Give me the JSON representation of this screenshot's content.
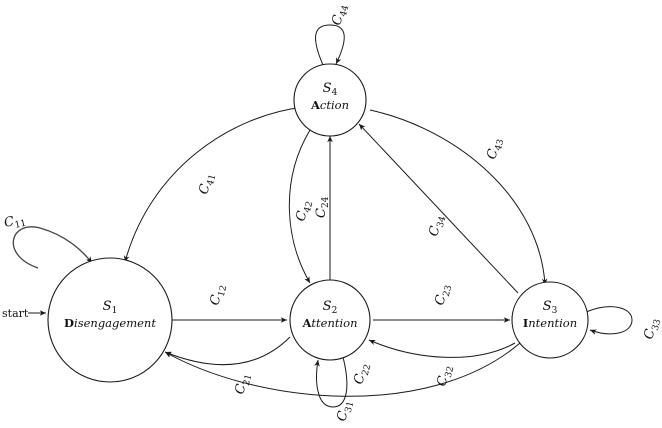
{
  "start_label": "start",
  "states": {
    "s1": {
      "symbol": "S",
      "index": "1",
      "initial": "D",
      "rest": "isengagement"
    },
    "s2": {
      "symbol": "S",
      "index": "2",
      "initial": "A",
      "rest": "ttention"
    },
    "s3": {
      "symbol": "S",
      "index": "3",
      "initial": "I",
      "rest": "ntention"
    },
    "s4": {
      "symbol": "S",
      "index": "4",
      "initial": "A",
      "rest": "ction"
    }
  },
  "transitions": {
    "c11": {
      "symbol": "C",
      "index": "11"
    },
    "c12": {
      "symbol": "C",
      "index": "12"
    },
    "c21": {
      "symbol": "C",
      "index": "21"
    },
    "c22": {
      "symbol": "C",
      "index": "22"
    },
    "c23": {
      "symbol": "C",
      "index": "23"
    },
    "c24": {
      "symbol": "C",
      "index": "24"
    },
    "c31": {
      "symbol": "C",
      "index": "31"
    },
    "c32": {
      "symbol": "C",
      "index": "32"
    },
    "c33": {
      "symbol": "C",
      "index": "33"
    },
    "c34": {
      "symbol": "C",
      "index": "34"
    },
    "c41": {
      "symbol": "C",
      "index": "41"
    },
    "c42": {
      "symbol": "C",
      "index": "42"
    },
    "c43": {
      "symbol": "C",
      "index": "43"
    },
    "c44": {
      "symbol": "C",
      "index": "44"
    }
  }
}
